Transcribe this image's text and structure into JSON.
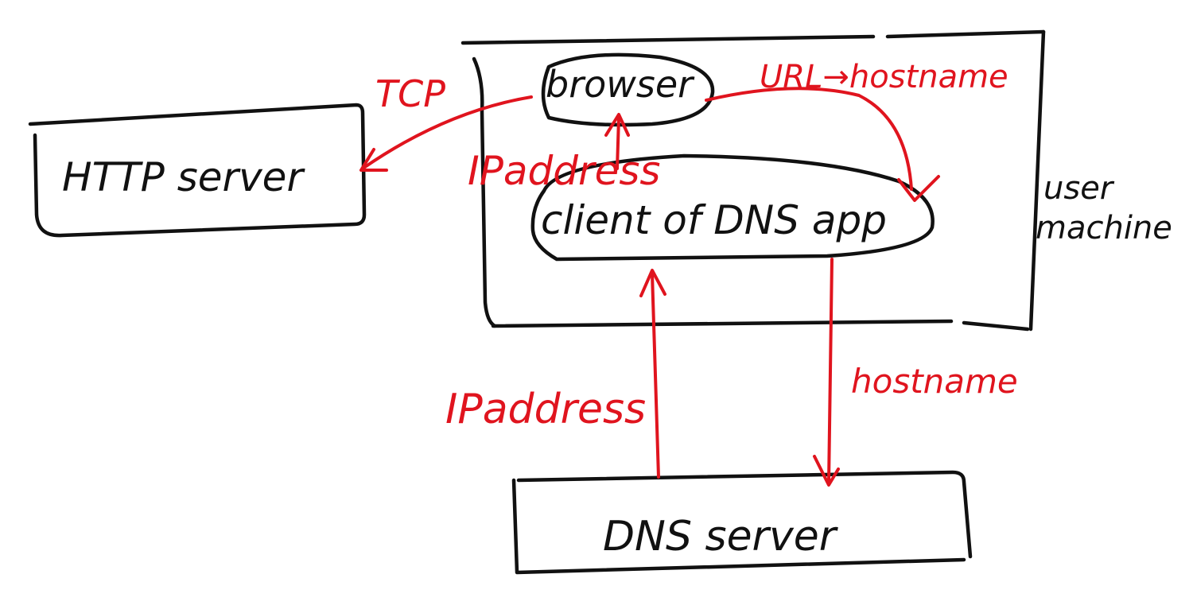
{
  "colors": {
    "ink": "#111111",
    "annotation": "#e0141e",
    "background": "#ffffff"
  },
  "nodes": {
    "http_server": "HTTP server",
    "user_machine": [
      "user",
      "machine"
    ],
    "browser": "browser",
    "dns_client": "client of DNS app",
    "dns_server": "DNS server"
  },
  "edges": {
    "tcp": "TCP",
    "url_to_hostname": "URL→hostname",
    "ip_to_browser": "IPaddress",
    "ip_from_dns_server": "IPaddress",
    "hostname_to_dns_server": "hostname"
  }
}
